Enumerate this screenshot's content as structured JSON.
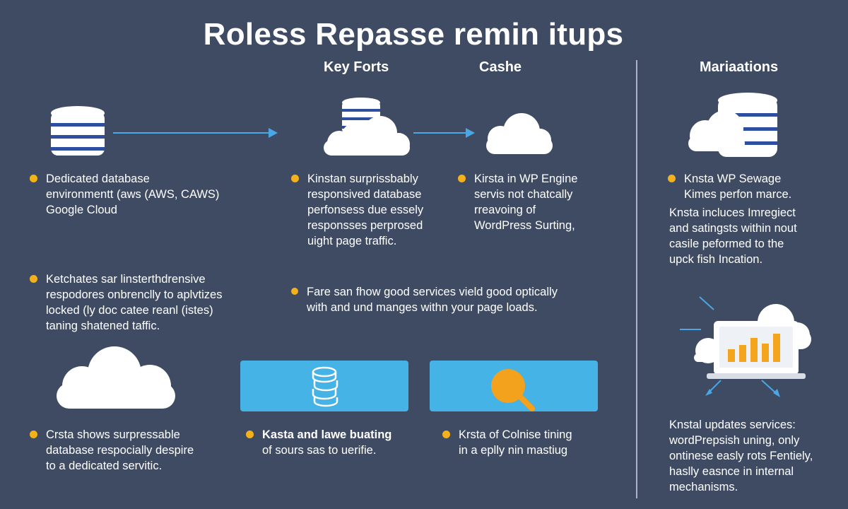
{
  "title": "Roless Repasse remin itups",
  "headers": {
    "key_forts": "Key Forts",
    "cashe": "Cashe",
    "mariaations": "Mariaations"
  },
  "blocks": {
    "b1": [
      "Dedicated database",
      "environmentt (aws (AWS, CAWS)",
      "Google Cloud"
    ],
    "b2": [
      "Kinstan surprissbably",
      "responsived database",
      "perfonsess due essely",
      "responsses perprosed",
      "uight page traffic."
    ],
    "b3": [
      "Kirsta in WP Engine",
      "servis not chatcally",
      "rreavoing of",
      "WordPress Surting,"
    ],
    "b4": [
      "Knsta WP Sewage",
      "Kimes perfon marce."
    ],
    "b5": [
      "Knsta incluces Imregiect",
      "and satingsts within nout",
      "casile peformed to the",
      "upck fish Incation."
    ],
    "b6": [
      "Ketchates sar linsterthdrensive",
      "respodores onbrenclly to aplvtizes",
      "locked (ly doc catee reanl (istes)",
      "taning shatened taffic."
    ],
    "b7": [
      "Fare san fhow good services vield good optically",
      "with and und manges withn your page loads."
    ],
    "b8": [
      "Crsta shows surpressable",
      "database respocially despire",
      "to a dedicated servitic."
    ],
    "b9": [
      "Kasta and lawe buating",
      "of sours sas to uerifie."
    ],
    "b10": [
      "Krsta of Colnise tining",
      "in a eplly nin mastiug"
    ],
    "b11": [
      "Knstal updates services:",
      "wordPrepsish uning, only",
      "ontinese easly rots Fentiely,",
      "haslly easnce in internal",
      "mechanisms."
    ]
  },
  "colors": {
    "background": "#3f4b63",
    "bullet": "#f4b21a",
    "panel": "#45b3e6",
    "database_stripe": "#2e4f9f",
    "arrow": "#4aa6e4",
    "chart_bars": "#f3a51d",
    "magnifier": "#f2a21c"
  },
  "icons": [
    "database-icon",
    "arrow-right-icon",
    "cloud-database-icon",
    "cloud-icon",
    "coins-icon",
    "magnifier-icon",
    "laptop-chart-icon"
  ]
}
